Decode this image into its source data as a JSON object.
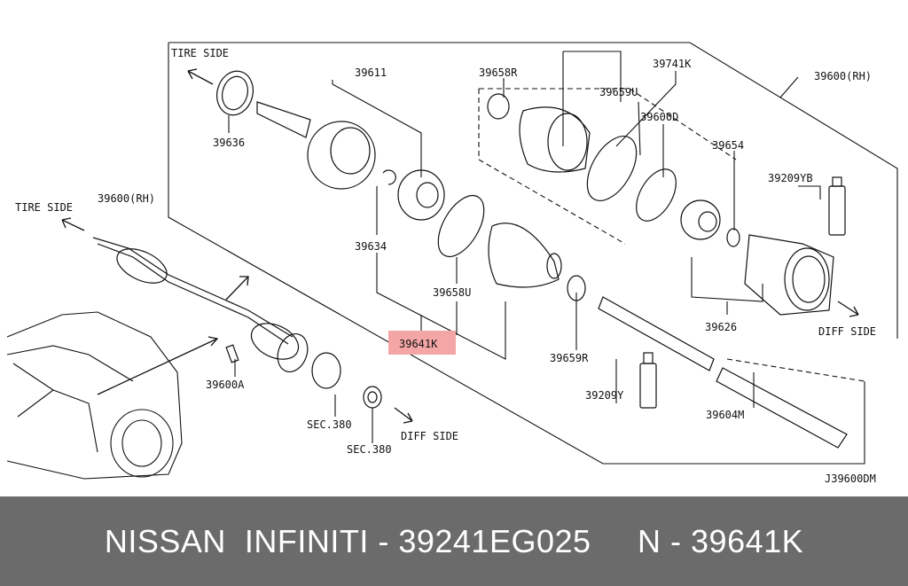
{
  "labels": {
    "tire_side_top": "TIRE SIDE",
    "tire_side_left": "TIRE SIDE",
    "diff_side_right": "DIFF SIDE",
    "diff_side_bottom": "DIFF SIDE",
    "p39636": "39636",
    "p39611": "39611",
    "p39658R": "39658R",
    "p39741K": "39741K",
    "p39600RH_top": "39600(RH)",
    "p39659U": "39659U",
    "p39600D": "39600D",
    "p39654": "39654",
    "p39209YB": "39209YB",
    "p39600RH_left": "39600(RH)",
    "p39634": "39634",
    "p39658U": "39658U",
    "p39641K": "39641K",
    "p39626": "39626",
    "p39659R": "39659R",
    "p39209Y": "39209Y",
    "p39604M": "39604M",
    "p39600A": "39600A",
    "sec380_a": "SEC.380",
    "sec380_b": "SEC.380",
    "diagram_code": "J39600DM"
  },
  "highlight_color": "#f4a6a6",
  "banner": {
    "text": "NISSAN  INFINITI - 39241EG025     N - 39641K",
    "background": "#6b6b6b"
  }
}
